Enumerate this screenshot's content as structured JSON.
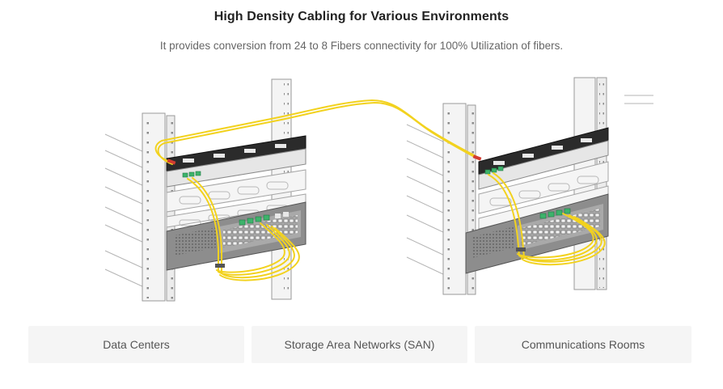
{
  "header": {
    "title": "High Density Cabling for Various Environments",
    "subtitle": "It provides conversion from 24 to 8 Fibers connectivity for 100% Utilization of fibers."
  },
  "illustration": {
    "subject": "two-rack-fiber-cabling-illustration",
    "colors": {
      "fiber": "#f2d21f",
      "rack": "#f4f4f4",
      "outline": "#9a9a9a",
      "panel": "#2b2b2b",
      "switch": "#8d8d8d",
      "adapter": "#3db36b",
      "boot": "#d23c32"
    }
  },
  "environments": [
    {
      "label": "Data Centers"
    },
    {
      "label": "Storage Area Networks (SAN)"
    },
    {
      "label": "Communications Rooms"
    }
  ]
}
